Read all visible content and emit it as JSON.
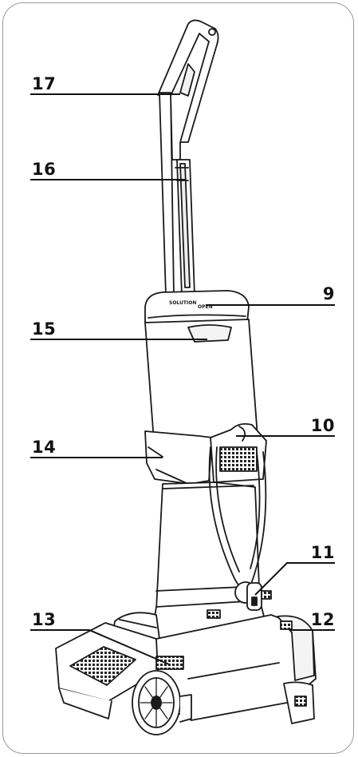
{
  "figure": {
    "subject": "upright wet-dry vacuum cleaner, rear view",
    "colors": {
      "line": "#1a1a1a",
      "border": "#9a9a9a",
      "fill": "#ffffff",
      "shade": "#e6e6e6"
    },
    "body_text": {
      "button_label": "SOLUTION",
      "lid_label": "OPEN"
    },
    "callouts": [
      {
        "id": "c17",
        "number": "17",
        "side": "left"
      },
      {
        "id": "c16",
        "number": "16",
        "side": "left"
      },
      {
        "id": "c9",
        "number": "9",
        "side": "right"
      },
      {
        "id": "c15",
        "number": "15",
        "side": "left"
      },
      {
        "id": "c10",
        "number": "10",
        "side": "right"
      },
      {
        "id": "c14",
        "number": "14",
        "side": "left"
      },
      {
        "id": "c11",
        "number": "11",
        "side": "right"
      },
      {
        "id": "c12",
        "number": "12",
        "side": "right"
      },
      {
        "id": "c13",
        "number": "13",
        "side": "left"
      }
    ]
  }
}
